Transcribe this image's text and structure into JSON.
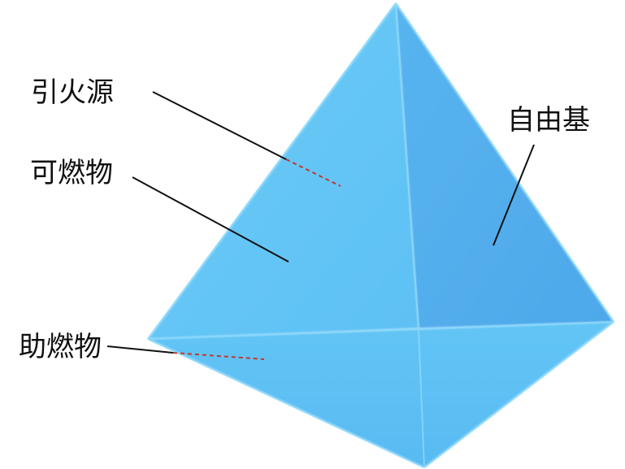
{
  "labels": {
    "ignition": "引火源",
    "combustible": "可燃物",
    "free_radical": "自由基",
    "oxidizer": "助燃物"
  },
  "colors": {
    "face_left": "#62c6f5",
    "face_right": "#52aeee",
    "face_bottom": "#5cbef3",
    "edge": "#8ad8fb",
    "leader_line": "#111111",
    "hidden_line": "#c0392b"
  }
}
